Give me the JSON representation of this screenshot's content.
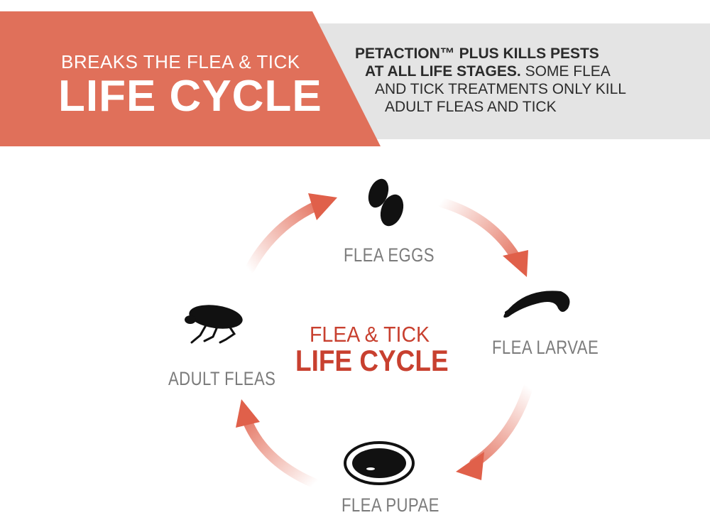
{
  "banner": {
    "headline_small": "BREAKS THE FLEA & TICK",
    "headline_big": "LIFE CYCLE",
    "desc_line1": "PETACTION™ PLUS KILLS PESTS",
    "desc_line2_bold": "AT ALL LIFE STAGES.",
    "desc_line2_rest": " SOME FLEA",
    "desc_line3": "AND TICK TREATMENTS ONLY KILL",
    "desc_line4": "ADULT FLEAS AND TICK"
  },
  "cycle": {
    "center_title_line1": "FLEA & TICK",
    "center_title_line2": "LIFE CYCLE",
    "stages": {
      "eggs": "FLEA EGGS",
      "larvae": "FLEA LARVAE",
      "pupae": "FLEA PUPAE",
      "adult": "ADULT FLEAS"
    }
  },
  "colors": {
    "banner_accent": "#e0705a",
    "banner_gray": "#e4e4e4",
    "arrow": "#e0604a",
    "center_title": "#c8402f",
    "stage_label": "#7b7b7b"
  }
}
